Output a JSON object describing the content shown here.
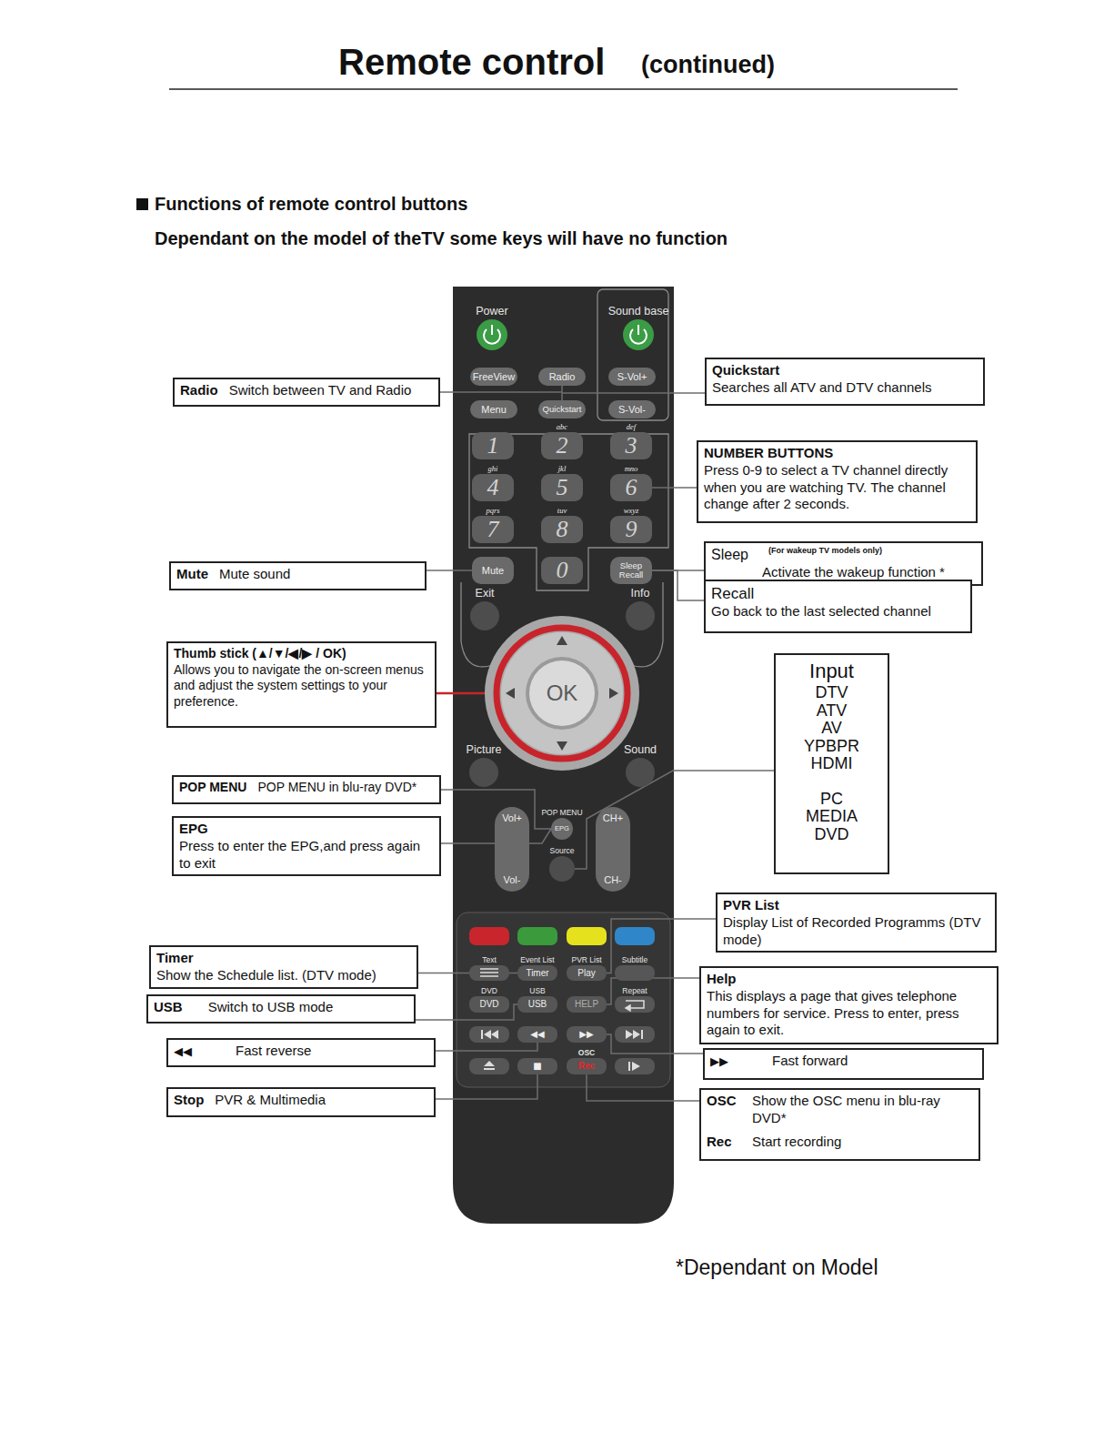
{
  "diagram": {
    "title": "Remote control",
    "nodes": [
      {
        "text": [
          "Power"
        ]
      },
      {
        "text": [
          "Sound base"
        ]
      },
      {
        "text": [
          "FreeView"
        ]
      },
      {
        "text": [
          "Radio"
        ]
      },
      {
        "text": [
          "S-Vol+"
        ]
      },
      {
        "text": [
          "Menu"
        ]
      },
      {
        "text": [
          "Quickstart"
        ]
      },
      {
        "text": [
          "S-Vol-"
        ]
      },
      {
        "text": [
          "1"
        ]
      },
      {
        "text": [
          "2",
          "abc"
        ]
      },
      {
        "text": [
          "3",
          "def"
        ]
      },
      {
        "text": [
          "4",
          "ghi"
        ]
      },
      {
        "text": [
          "5",
          "jkl"
        ]
      },
      {
        "text": [
          "6",
          "mno"
        ]
      },
      {
        "text": [
          "7",
          "pqrs"
        ]
      },
      {
        "text": [
          "8",
          "tuv"
        ]
      },
      {
        "text": [
          "9",
          "wxyz"
        ]
      },
      {
        "text": [
          "Mute"
        ]
      },
      {
        "text": [
          "0"
        ]
      },
      {
        "text": [
          "Sleep Recall"
        ]
      },
      {
        "text": [
          "Exit"
        ]
      },
      {
        "text": [
          "Info"
        ]
      },
      {
        "text": [
          "OK"
        ]
      },
      {
        "text": [
          "Picture"
        ]
      },
      {
        "text": [
          "Sound"
        ]
      },
      {
        "text": [
          "Vol+",
          "Vol-"
        ]
      },
      {
        "text": [
          "EPG",
          "POP MENU"
        ]
      },
      {
        "text": [
          "CH+",
          "CH-"
        ]
      },
      {
        "text": [
          "Source"
        ]
      },
      {
        "text": [
          "Text"
        ]
      },
      {
        "text": [
          "Timer",
          "Event List"
        ]
      },
      {
        "text": [
          "Play",
          "PVR List"
        ]
      },
      {
        "text": [
          "Subtitle"
        ]
      },
      {
        "text": [
          "DVD",
          "DVD"
        ]
      },
      {
        "text": [
          "USB",
          "USB"
        ]
      },
      {
        "text": [
          "HELP"
        ]
      },
      {
        "text": [
          "Repeat"
        ]
      },
      {
        "text": [
          "◀◀"
        ]
      },
      {
        "text": [
          "▶▶"
        ]
      },
      {
        "text": [
          "■"
        ]
      },
      {
        "text": [
          "Rec",
          "OSC"
        ]
      },
      {
        "text": [
          "Radio",
          "Switch between TV and Radio"
        ]
      },
      {
        "text": [
          "Mute",
          "Mute sound"
        ]
      },
      {
        "text": [
          "Thumb stick (▲/▼/◀/▶ / OK)",
          "Allows you to navigate the on-screen menus and adjust the system settings to your preference."
        ]
      },
      {
        "text": [
          "POP MENU",
          "POP MENU in blu-ray DVD*"
        ]
      },
      {
        "text": [
          "EPG",
          "Press to enter the EPG,and press again to exit"
        ]
      },
      {
        "text": [
          "Timer",
          "Show the Schedule list. (DTV mode)"
        ]
      },
      {
        "text": [
          "USB",
          "Switch to USB mode"
        ]
      },
      {
        "text": [
          "◀◀",
          "Fast reverse"
        ]
      },
      {
        "text": [
          "Stop",
          "PVR & Multimedia"
        ]
      },
      {
        "text": [
          "Quickstart",
          "Searches all ATV and DTV channels"
        ]
      },
      {
        "text": [
          "NUMBER BUTTONS",
          "Press 0-9 to select a TV channel directly when you are watching TV. The channel change after 2 seconds."
        ]
      },
      {
        "text": [
          "Sleep",
          "(For wakeup TV models only)",
          "Activate the wakeup function *"
        ]
      },
      {
        "text": [
          "Recall",
          "Go back to the last selected channel"
        ]
      },
      {
        "text": [
          "Input",
          "DTV",
          "ATV",
          "AV",
          "YPBPR",
          "HDMI",
          "PC",
          "MEDIA",
          "DVD"
        ]
      },
      {
        "text": [
          "PVR List",
          "Display List of Recorded Programms (DTV mode)"
        ]
      },
      {
        "text": [
          "Help",
          "This displays a page that gives telephone numbers for service. Press to enter, press again to exit."
        ]
      },
      {
        "text": [
          "▶▶",
          "Fast forward"
        ]
      },
      {
        "text": [
          "OSC",
          "Show the OSC menu in blu-ray DVD*",
          "Rec",
          "Start recording"
        ]
      }
    ],
    "edges": [
      {
        "from": 41,
        "to": 3,
        "arrow": "none"
      },
      {
        "from": 50,
        "to": 6,
        "arrow": "none"
      },
      {
        "from": 51,
        "to": 13,
        "arrow": "none"
      },
      {
        "from": 52,
        "to": 19,
        "arrow": "none"
      },
      {
        "from": 53,
        "to": 19,
        "arrow": "none"
      },
      {
        "from": 42,
        "to": 17,
        "arrow": "none"
      },
      {
        "from": 43,
        "to": 22,
        "arrow": "none"
      },
      {
        "from": 44,
        "to": 26,
        "arrow": "none"
      },
      {
        "from": 45,
        "to": 26,
        "arrow": "none"
      },
      {
        "from": 54,
        "to": 28,
        "arrow": "none"
      },
      {
        "from": 55,
        "to": 31,
        "arrow": "none"
      },
      {
        "from": 56,
        "to": 35,
        "arrow": "none"
      },
      {
        "from": 57,
        "to": 38,
        "arrow": "none"
      },
      {
        "from": 58,
        "to": 40,
        "arrow": "none"
      },
      {
        "from": 46,
        "to": 30,
        "arrow": "none"
      },
      {
        "from": 47,
        "to": 34,
        "arrow": "none"
      },
      {
        "from": 48,
        "to": 37,
        "arrow": "none"
      },
      {
        "from": 49,
        "to": 39,
        "arrow": "none"
      }
    ],
    "labels": [
      "(continued)",
      "Functions of remote control buttons",
      "Dependant on the model of theTV some keys will have no function",
      "*Dependant on Model"
    ]
  }
}
